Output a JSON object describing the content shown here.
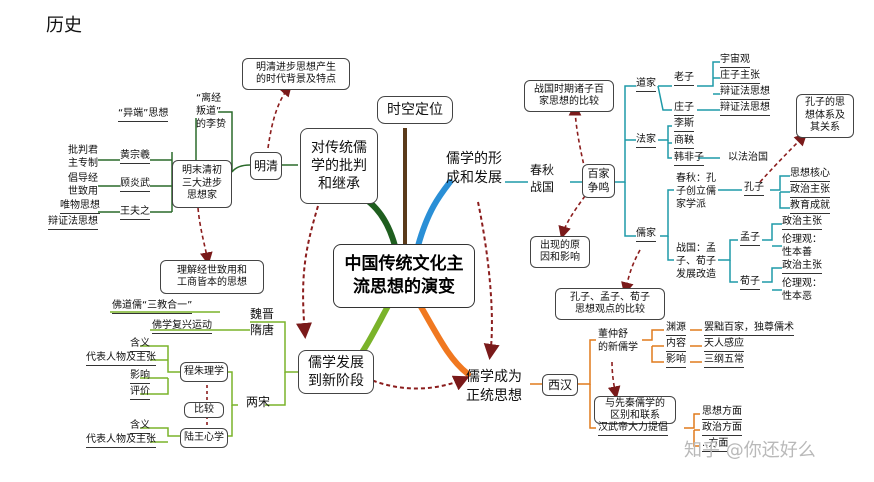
{
  "page_title": "历史",
  "center": {
    "line1": "中国传统文化主",
    "line2": "流思想的演变"
  },
  "branches": {
    "spacetime": "时空定位",
    "critique": {
      "l1": "对传统儒",
      "l2": "学的批判",
      "l3": "和继承"
    },
    "formation": {
      "l1": "儒学的形",
      "l2": "成和发展"
    },
    "orthodox": {
      "l1": "儒学成为",
      "l2": "正统思想"
    },
    "newstage": {
      "l1": "儒学发展",
      "l2": "到新阶段"
    }
  },
  "ming_qing": {
    "label": "明清",
    "background_note": {
      "l1": "明清进步思想产生",
      "l2": "的时代背景及特点"
    },
    "thinkers_group": {
      "l1": "明末清初",
      "l2": "三大进步",
      "l3": "思想家"
    },
    "li_zhi": {
      "tag1": "“异端”思想",
      "tag2a": "“离经",
      "tag2b": "叛道”",
      "tag2c": "的李贽"
    },
    "huang": {
      "name": "黄宗羲",
      "note1": "批判君",
      "note2": "主专制"
    },
    "gu": {
      "name": "顾炎武",
      "note1": "倡导经",
      "note2": "世致用"
    },
    "wang": {
      "name": "王夫之",
      "note1": "唯物思想",
      "note2": "辩证法思想"
    },
    "understanding": {
      "l1": "理解经世致用和",
      "l2": "工商皆本的思想"
    }
  },
  "spring_autumn": {
    "period_l1": "春秋",
    "period_l2": "战国",
    "hundred": {
      "l1": "百家",
      "l2": "争鸣"
    },
    "compare_note": {
      "l1": "战国时期诸子百",
      "l2": "家思想的比较"
    },
    "origin_note": {
      "l1": "出现的原",
      "l2": "因和影响"
    },
    "daoism": "道家",
    "laozi": "老子",
    "laozi_items": [
      "宇宙观",
      "庄子主张",
      "辩证法思想"
    ],
    "zhuangzi": "庄子",
    "zhuangzi_item": "辩证法思想",
    "legalism": "法家",
    "legal_people": [
      "李斯",
      "商鞅",
      "韩非子"
    ],
    "legal_item": "以法治国",
    "confucian": "儒家",
    "chunqiu": {
      "l1": "春秋：孔",
      "l2": "子创立儒",
      "l3": "家学派"
    },
    "zhanguo": {
      "l1": "战国：孟",
      "l2": "子、荀子",
      "l3": "发展改造"
    },
    "kongzi": "孔子",
    "kongzi_items": [
      "思想核心",
      "政治主张",
      "教育成就"
    ],
    "kongzi_note": {
      "l1": "孔子的思",
      "l2": "想体系及",
      "l3": "其关系"
    },
    "mengzi": "孟子",
    "mengzi_items": [
      "政治主张",
      "伦理观：",
      "性本善"
    ],
    "xunzi": "荀子",
    "xunzi_items": [
      "政治主张",
      "伦理观：",
      "性本恶"
    ],
    "compare_three": {
      "l1": "孔子、孟子、荀子",
      "l2": "思想观点的比较"
    }
  },
  "western_han": {
    "label": "西汉",
    "dong": {
      "l1": "董仲舒",
      "l2": "的新儒学"
    },
    "source": "渊源",
    "content": "内容",
    "influence": "影响",
    "items": [
      "罢黜百家，独尊儒术",
      "天人感应",
      "三纲五常"
    ],
    "diff_note": {
      "l1": "与先秦儒学的",
      "l2": "区别和联系"
    },
    "wudi": "汉武帝大力提倡",
    "wudi_items": [
      "思想方面",
      "政治方面",
      "..方面"
    ]
  },
  "wei_jin": {
    "label_l1": "魏晋",
    "label_l2": "隋唐",
    "buddhism1": "佛道儒“三教合一”",
    "buddhism2": "佛学复兴运动"
  },
  "song": {
    "label": "两宋",
    "cheng_zhu": "程朱理学",
    "lu_wang": "陆王心学",
    "compare": "比较",
    "cz_items": [
      "含义",
      "代表人物及主张",
      "影响",
      "评价"
    ],
    "lw_items": [
      "含义",
      "代表人物及主张"
    ]
  },
  "watermark": "知乎 @你还好么"
}
